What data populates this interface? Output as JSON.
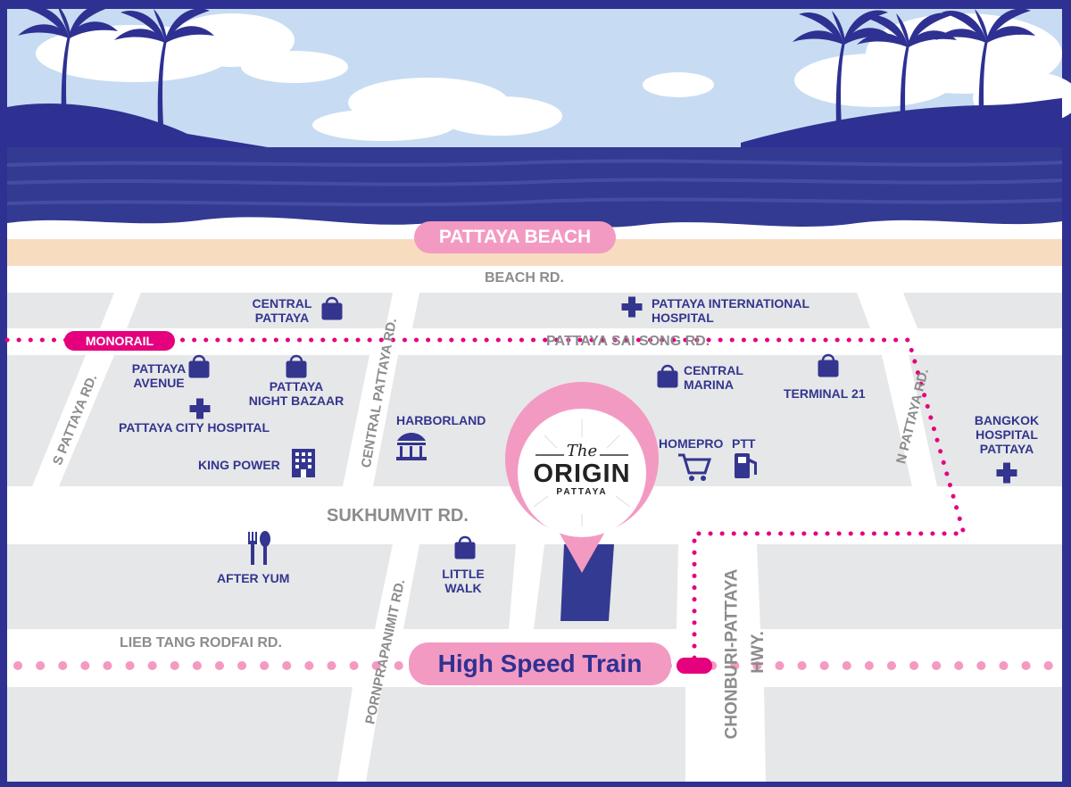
{
  "colors": {
    "navy": "#2e3192",
    "poi": "#33358f",
    "pink": "#f39ac3",
    "magenta": "#e5007e",
    "block": "#e6e7e8",
    "road_text": "#8c8c8c",
    "sky": "#c7dcf2",
    "sea": "#333a91",
    "sand": "#f8dcc0"
  },
  "labels": {
    "beach": "PATTAYA BEACH",
    "monorail": "MONORAIL",
    "high_speed_train": "High Speed Train"
  },
  "roads": {
    "beach_rd": "BEACH RD.",
    "sai_song": "PATTAYA SAI SONG RD.",
    "sukhumvit": "SUKHUMVIT RD.",
    "lieb_tang": "LIEB TANG RODFAI RD.",
    "s_pattaya": "S PATTAYA RD.",
    "central_pattaya": "CENTRAL PATTAYA RD.",
    "pornprapanimit": "PORNPRAPANIMIT RD.",
    "n_pattaya": "N PATTAYA RD.",
    "chonburi": "CHONBURI-PATTAYA",
    "chonburi_hwy": "HWY."
  },
  "pois": {
    "central_pattaya_1": "CENTRAL",
    "central_pattaya_2": "PATTAYA",
    "pih_1": "PATTAYA INTERNATIONAL",
    "pih_2": "HOSPITAL",
    "pattaya_avenue_1": "PATTAYA",
    "pattaya_avenue_2": "AVENUE",
    "night_bazaar_1": "PATTAYA",
    "night_bazaar_2": "NIGHT BAZAAR",
    "city_hospital": "PATTAYA CITY HOSPITAL",
    "king_power": "KING POWER",
    "harborland": "HARBORLAND",
    "central_marina_1": "CENTRAL",
    "central_marina_2": "MARINA",
    "terminal21": "TERMINAL 21",
    "homepro": "HOMEPRO",
    "ptt": "PTT",
    "bangkok_hospital_1": "BANGKOK",
    "bangkok_hospital_2": "HOSPITAL",
    "bangkok_hospital_3": "PATTAYA",
    "after_yum": "AFTER YUM",
    "little_walk_1": "LITTLE",
    "little_walk_2": "WALK"
  },
  "origin": {
    "the": "The",
    "name": "ORIGIN",
    "city": "PATTAYA"
  }
}
